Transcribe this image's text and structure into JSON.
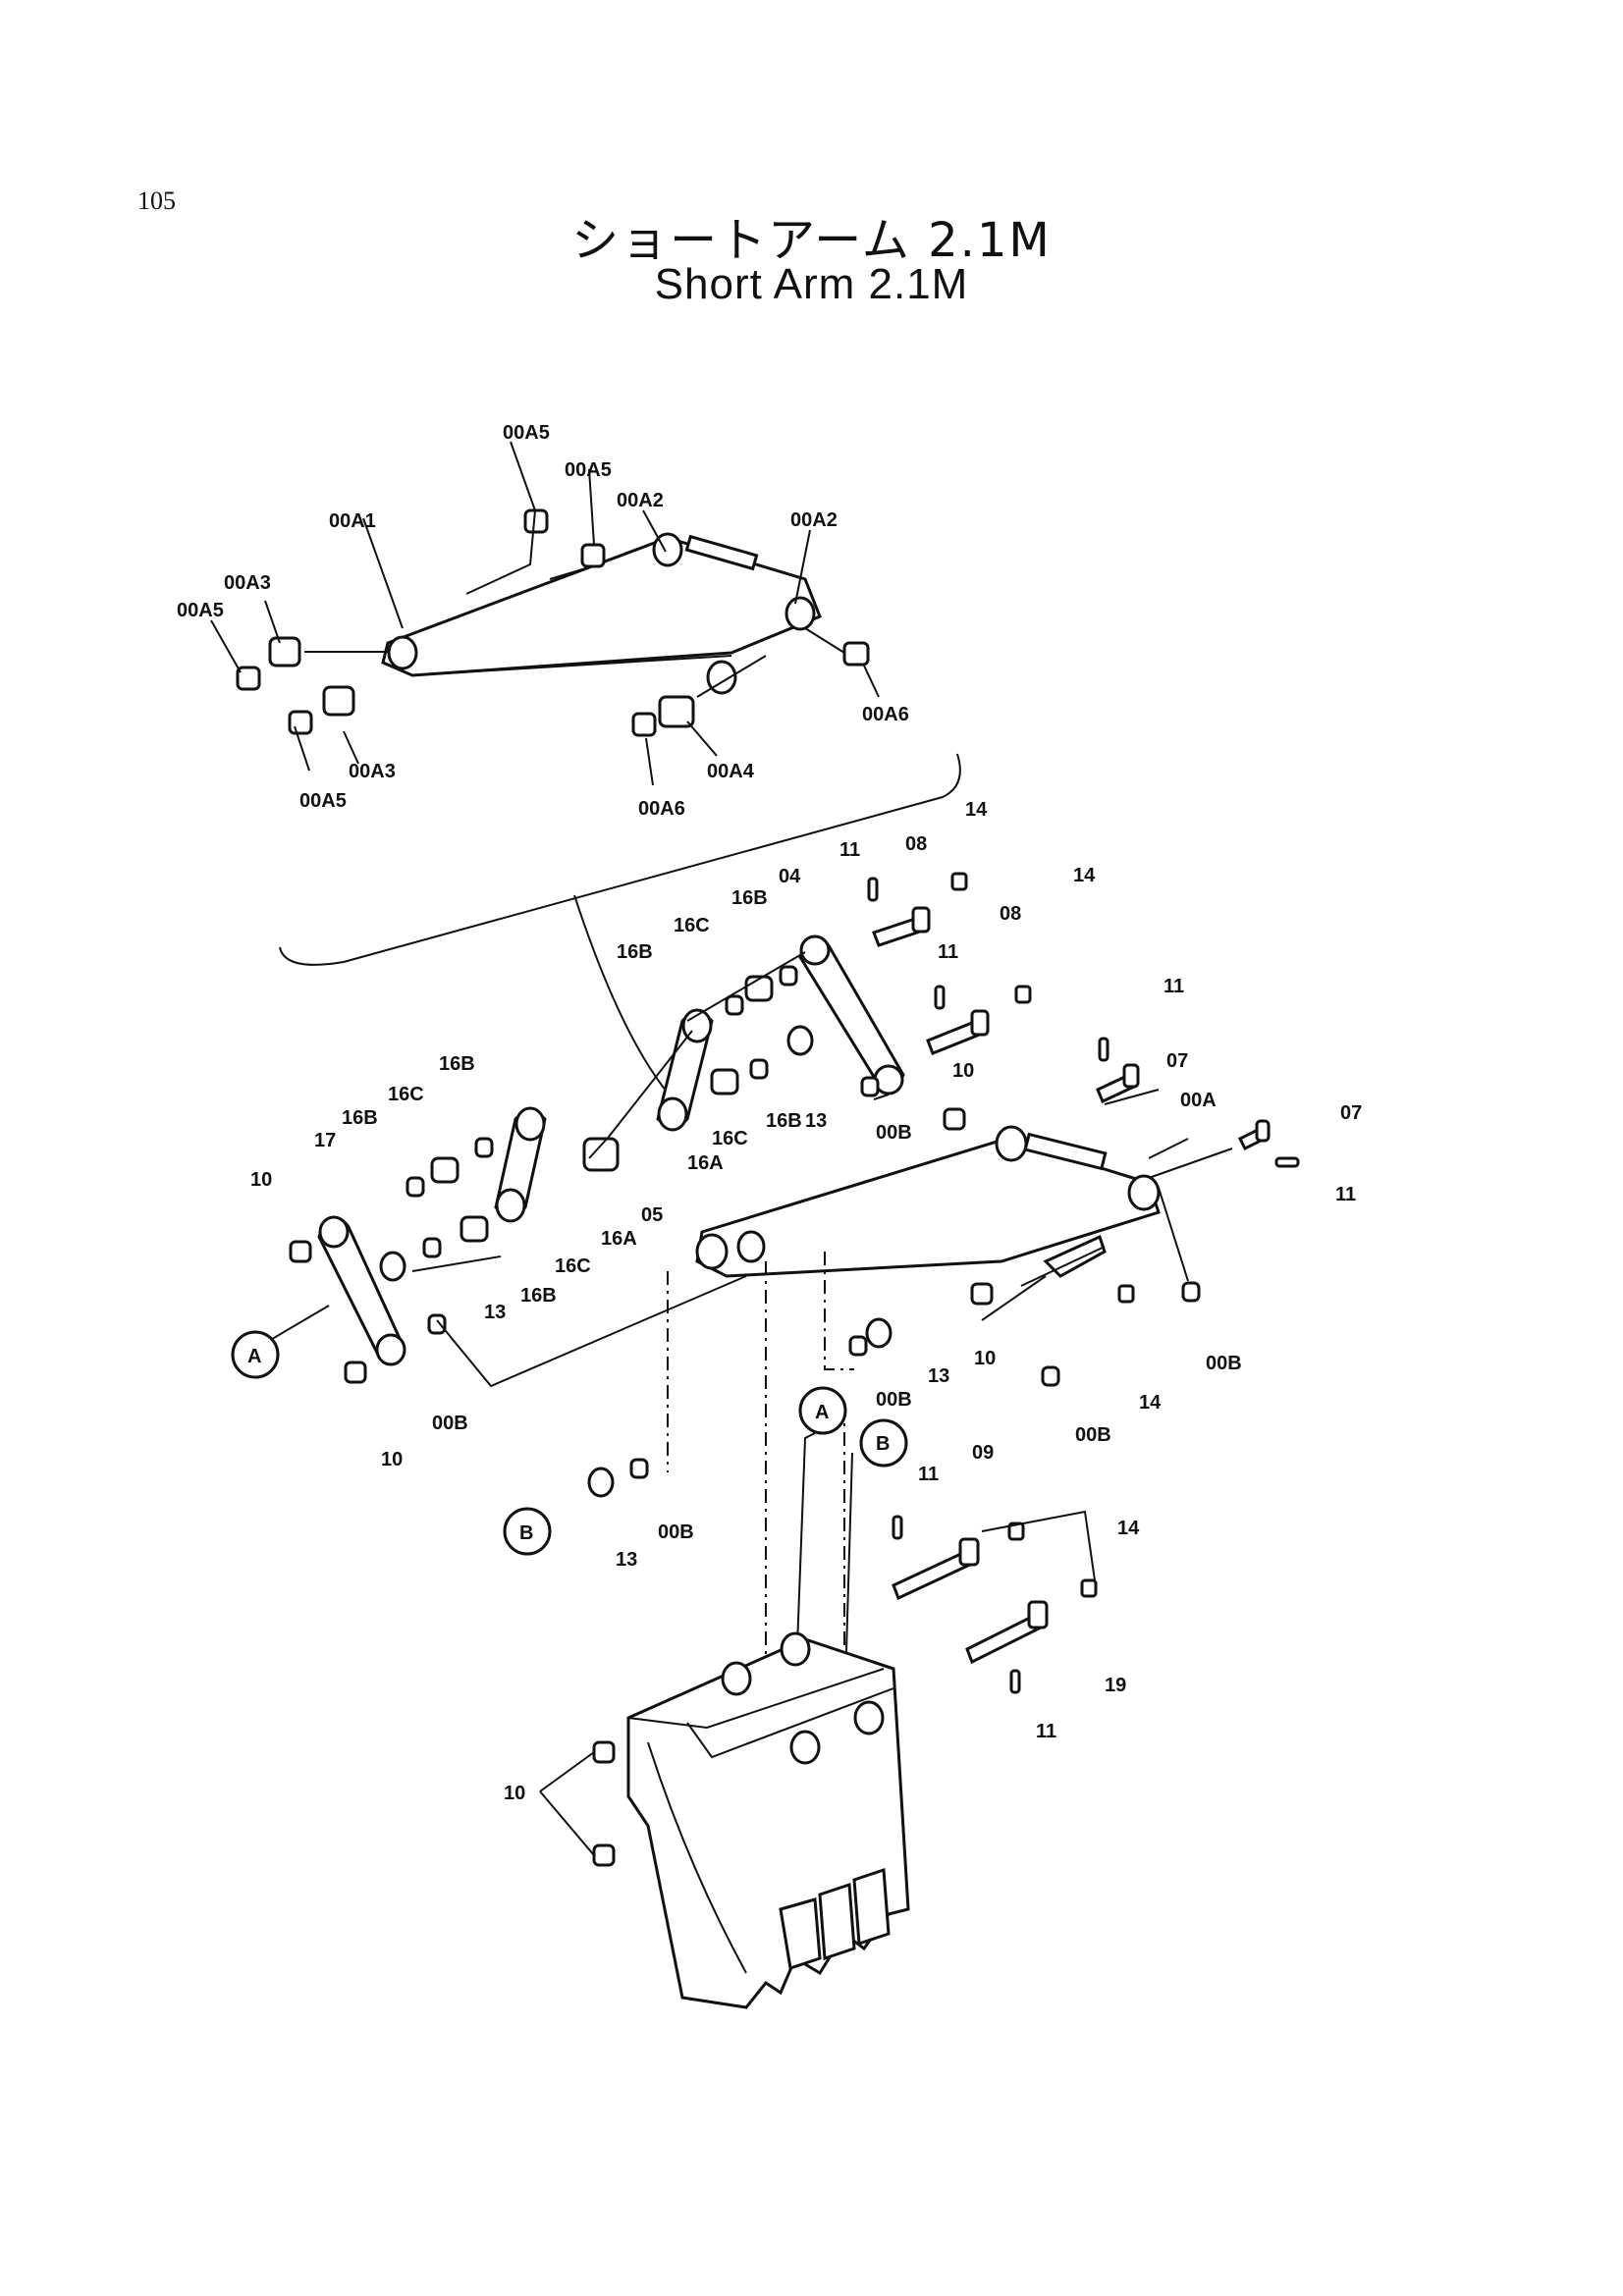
{
  "page_number": "105",
  "title": {
    "japanese": "ショートアーム 2.1M",
    "english": "Short Arm 2.1M"
  },
  "labels": {
    "a1": "00A1",
    "a2": "00A2",
    "a3": "00A3",
    "a4": "00A4",
    "a5": "00A5",
    "a6": "00A6",
    "a": "00A",
    "b": "00B",
    "p04": "04",
    "p05": "05",
    "p07": "07",
    "p08": "08",
    "p09": "09",
    "p10": "10",
    "p11": "11",
    "p13": "13",
    "p14": "14",
    "p17": "17",
    "p19": "19",
    "p16a": "16A",
    "p16b": "16B",
    "p16c": "16C",
    "ref_a": "A",
    "ref_b": "B"
  }
}
